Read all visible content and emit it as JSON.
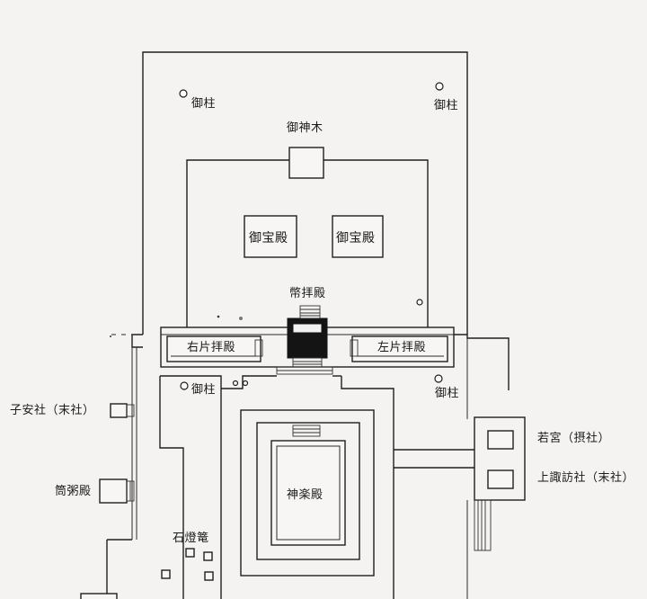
{
  "labels": {
    "pillar_nw": "御柱",
    "pillar_ne": "御柱",
    "pillar_sw": "御柱",
    "pillar_se": "御柱",
    "sacred_tree": "御神木",
    "treasure_left": "御宝殿",
    "treasure_right": "御宝殿",
    "heihaiden": "幣拝殿",
    "right_katahaiden": "右片拝殿",
    "left_katahaiden": "左片拝殿",
    "koyasu_sha": "子安社（末社）",
    "tsutsugayu_den": "筒粥殿",
    "kagura_den": "神楽殿",
    "ishidoro": "石燈篭",
    "wakamiya": "若宮（摂社）",
    "kamisuwa_sha": "上諏訪社（末社）"
  }
}
